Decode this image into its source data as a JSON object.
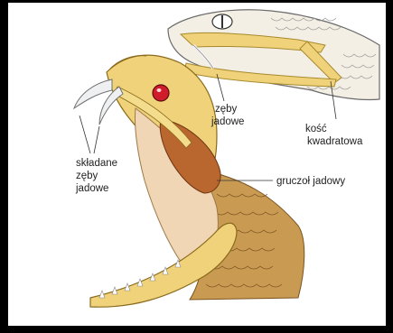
{
  "labels": {
    "fangs_top_line1": "zęby",
    "fangs_top_line2": "jadowe",
    "quadrate_line1": "kość",
    "quadrate_line2": "kwadratowa",
    "folding_line1": "składane",
    "folding_line2": "zęby",
    "folding_line3": "jadowe",
    "venom_gland": "gruczoł jadowy"
  },
  "colors": {
    "background": "#000000",
    "panel": "#ffffff",
    "bone": "#efd27a",
    "gland": "#b9662f",
    "scales": "#c99a52",
    "eye": "#d01c2a"
  }
}
